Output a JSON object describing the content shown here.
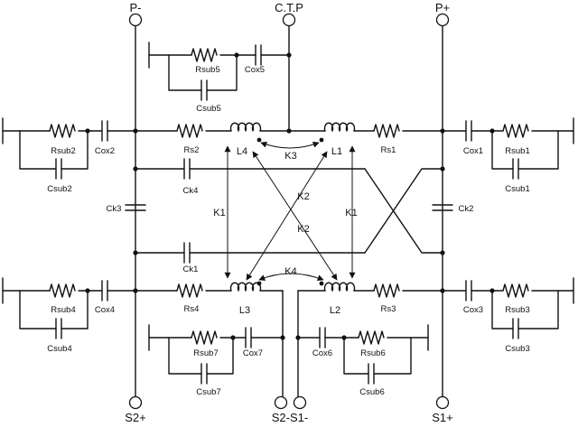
{
  "terminals": {
    "p_minus": "P-",
    "ctp": "C.T.P",
    "p_plus": "P+",
    "s2_plus": "S2+",
    "s2_s1": "S2-S1-",
    "s1_plus": "S1+"
  },
  "labels": {
    "rsub5": "Rsub5",
    "cox5": "Cox5",
    "csub5": "Csub5",
    "rsub2": "Rsub2",
    "cox2": "Cox2",
    "csub2": "Csub2",
    "rs2": "Rs2",
    "l4": "L4",
    "k3": "K3",
    "l1": "L1",
    "rs1": "Rs1",
    "cox1": "Cox1",
    "rsub1": "Rsub1",
    "csub1": "Csub1",
    "ck4": "Ck4",
    "ck3": "Ck3",
    "ck2": "Ck2",
    "ck1": "Ck1",
    "k1_left": "K1",
    "k1_right": "K1",
    "k2_top": "K2",
    "k2_bottom": "K2",
    "rsub4": "Rsub4",
    "cox4": "Cox4",
    "csub4": "Csub4",
    "rs4": "Rs4",
    "k4": "K4",
    "l3": "L3",
    "l2": "L2",
    "rs3": "Rs3",
    "cox3": "Cox3",
    "rsub3": "Rsub3",
    "csub3": "Csub3",
    "rsub7": "Rsub7",
    "cox7": "Cox7",
    "csub7": "Csub7",
    "cox6": "Cox6",
    "rsub6": "Rsub6",
    "csub6": "Csub6"
  }
}
